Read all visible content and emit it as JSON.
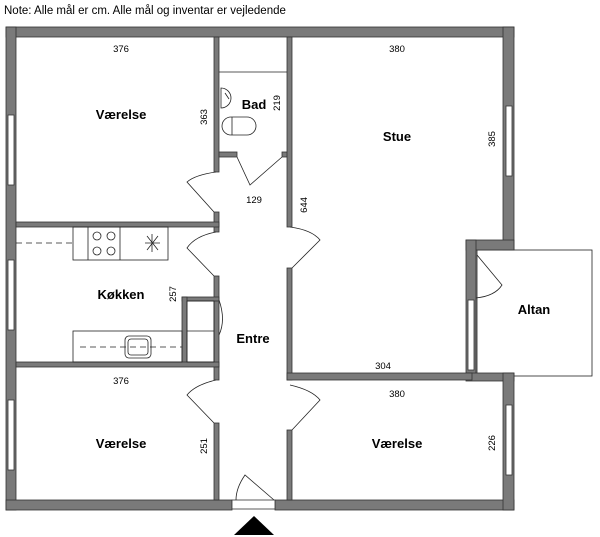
{
  "note": "Note: Alle mål er cm. Alle mål og inventar er vejledende",
  "rooms": {
    "vaerelse_top": "Værelse",
    "bad": "Bad",
    "stue": "Stue",
    "koekken": "Køkken",
    "entre": "Entre",
    "altan": "Altan",
    "vaerelse_bottom_left": "Værelse",
    "vaerelse_bottom_right": "Værelse"
  },
  "dimensions": {
    "vaerelse_top_width": "376",
    "vaerelse_top_height": "363",
    "bad_height": "219",
    "hall_width": "129",
    "stue_width": "380",
    "stue_height": "385",
    "stue_left": "644",
    "koekken_height": "257",
    "stue_bottom": "304",
    "vaerelse_bl_width": "376",
    "vaerelse_bl_height": "251",
    "vaerelse_br_width": "380",
    "vaerelse_br_height": "226"
  },
  "colors": {
    "wall": "#7a7a7a"
  }
}
